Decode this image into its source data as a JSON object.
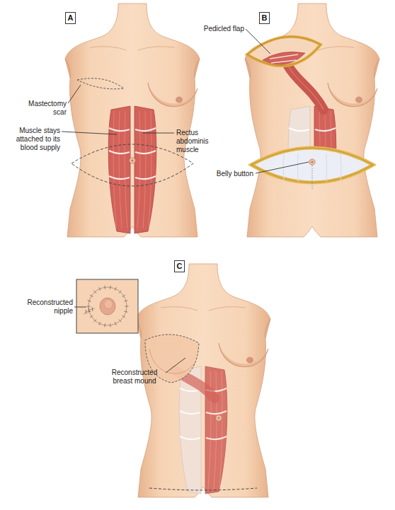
{
  "diagram": {
    "nodes": [
      {
        "text": [
          "A"
        ]
      },
      {
        "text": [
          "B"
        ]
      },
      {
        "text": [
          "C"
        ]
      }
    ],
    "labels": [
      "Mastectomy scar",
      "Muscle stays attached to its blood supply",
      "Rectus abdominis muscle",
      "Pedicled flap",
      "Belly button",
      "Reconstructed nipple",
      "Reconstructed breast mound"
    ]
  }
}
